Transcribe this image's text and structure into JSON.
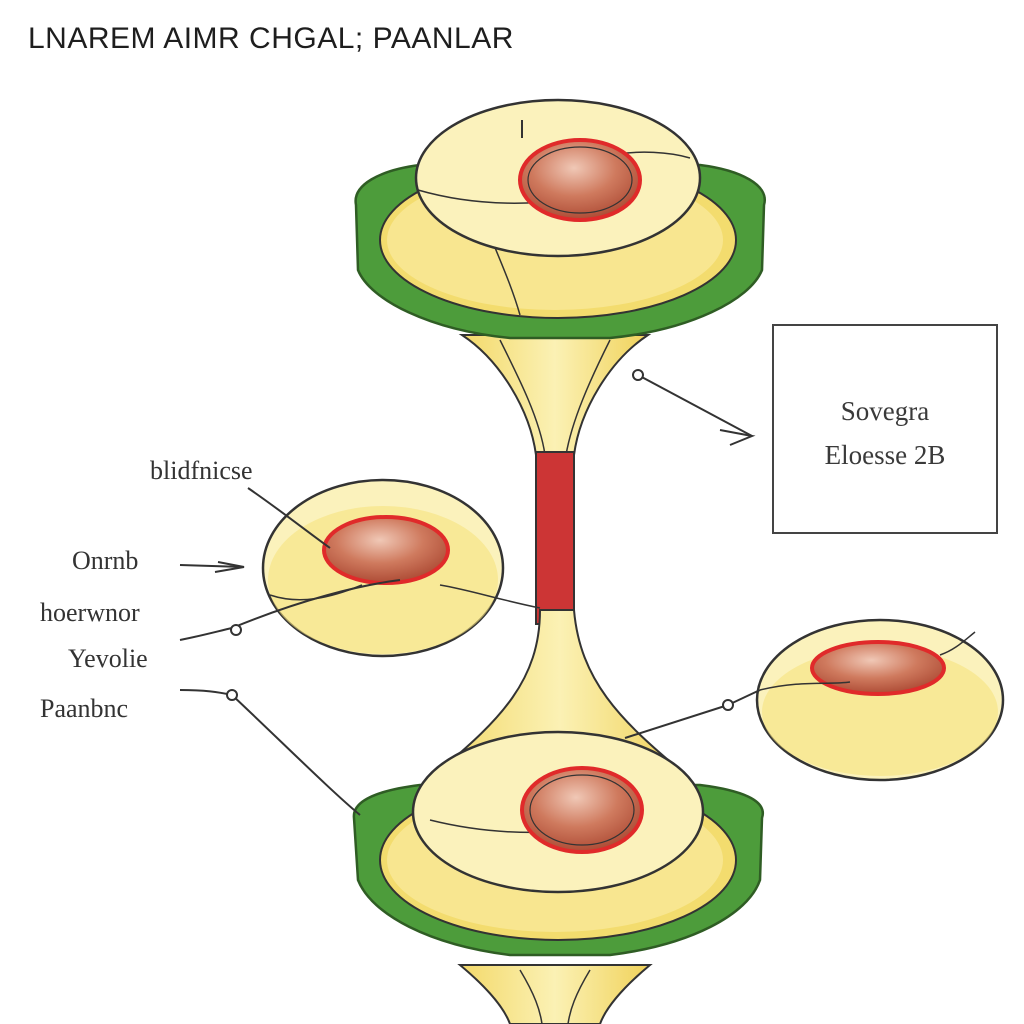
{
  "title": "LNAREM AIMR CHGAL; PAANLAR",
  "labels": {
    "upper_left": "blidfnicse",
    "left_1": "Onrnb",
    "left_2": "hoerwnor",
    "left_3": "Yevolie",
    "left_4": "Paanbnc"
  },
  "info_box": {
    "line1": "Sovegra",
    "line2": "Eloesse 2B"
  },
  "colors": {
    "cell_fill": "#f8eba0",
    "cell_light": "#fcf6cf",
    "cell_shadow": "#f2d760",
    "nucleus": "#c96e55",
    "nucleus_rim": "#e02a2a",
    "cup_green": "#4c9a3a",
    "stalk_red": "#cc3333",
    "outline": "#333333"
  }
}
